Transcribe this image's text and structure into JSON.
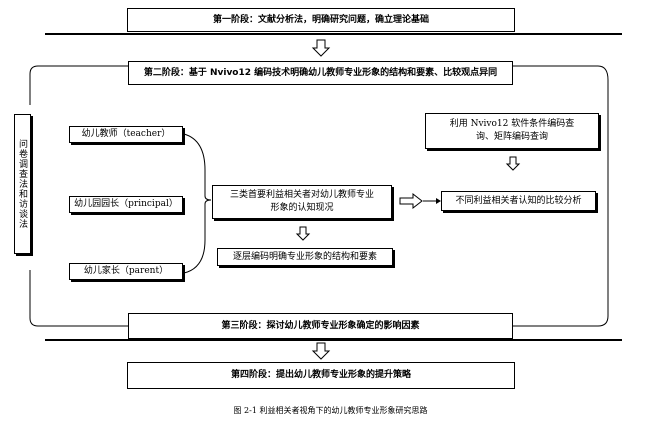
{
  "stages": {
    "stage1": "第一阶段：文献分析法，明确研究问题，确立理论基础",
    "stage2": "第二阶段：基于 Nvivo12 编码技术明确幼儿教师专业形象的结构和要素、比较观点异同",
    "stage3": "第三阶段：探讨幼儿教师专业形象确定的影响因素",
    "stage4": "第四阶段：提出幼儿教师专业形象的提升策略"
  },
  "method": "问卷调查法和访谈法",
  "stakeholders": {
    "teacher": "幼儿教师（teacher）",
    "principal": "幼儿园园长（principal）",
    "parent": "幼儿家长（parent）"
  },
  "center": "三类首要利益相关者对幼儿教师专业形象的认知现况",
  "coding": "逐层编码明确专业形象的结构和要素",
  "nvivo_query": "利用 Nvivo12 软件条件编码查询、矩阵编码查询",
  "compare": "不同利益相关者认知的比较分析",
  "caption": "图 2-1  利益相关者视角下的幼儿教师专业形象研究思路"
}
